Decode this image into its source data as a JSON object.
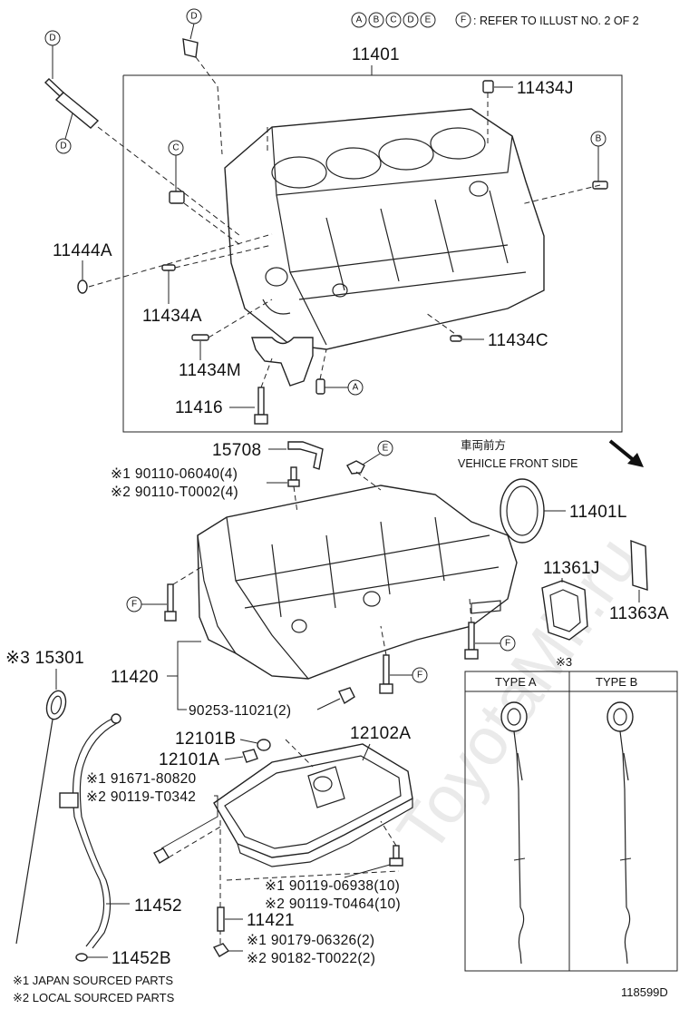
{
  "header_note": {
    "letters": [
      "A",
      "B",
      "C",
      "D",
      "E",
      "F"
    ],
    "text": ": REFER TO ILLUST NO. 2 OF 2"
  },
  "watermark": "ToyotaMir.ru",
  "direction": {
    "japanese": "車両前方",
    "english": "VEHICLE FRONT SIDE"
  },
  "parts": {
    "p11401": "11401",
    "p11434J": "11434J",
    "p11444A": "11444A",
    "p11434A": "11434A",
    "p11434M": "11434M",
    "p11434C": "11434C",
    "p11416": "11416",
    "p15708": "15708",
    "p90110_06040": "※1 90110-06040(4)",
    "p90110_T0002": "※2 90110-T0002(4)",
    "p11401L": "11401L",
    "p11361J": "11361J",
    "p11363A": "11363A",
    "p15301": "※3 15301",
    "p11420": "11420",
    "p90253": "90253-11021(2)",
    "p12101B": "12101B",
    "p12101A": "12101A",
    "p12102A": "12102A",
    "p91671": "※1 91671-80820",
    "p90119_T0342": "※2 90119-T0342",
    "p90119_06938": "※1 90119-06938(10)",
    "p90119_T0464": "※2 90119-T0464(10)",
    "p11452": "11452",
    "p11421": "11421",
    "p90179": "※1 90179-06326(2)",
    "p90182": "※2 90182-T0022(2)",
    "p11452B": "11452B"
  },
  "callouts": {
    "D1": "D",
    "D2": "D",
    "D3": "D",
    "C": "C",
    "B": "B",
    "A": "A",
    "E": "E",
    "F1": "F",
    "F2": "F",
    "F3": "F"
  },
  "types_table": {
    "marker": "※3",
    "col_a": "TYPE A",
    "col_b": "TYPE B"
  },
  "footnotes": {
    "n1": "※1 JAPAN SOURCED PARTS",
    "n2": "※2 LOCAL SOURCED PARTS"
  },
  "figure_id": "118599D"
}
